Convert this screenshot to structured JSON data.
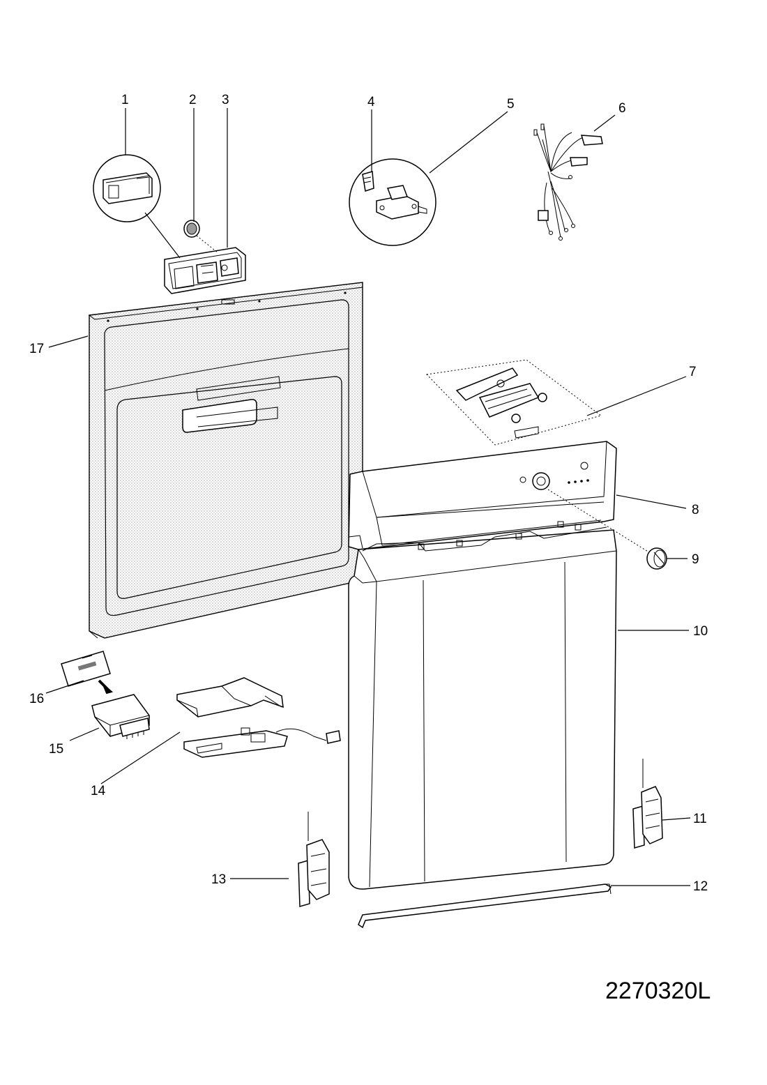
{
  "diagram_code": "2270320L",
  "callouts": {
    "c1": "1",
    "c2": "2",
    "c3": "3",
    "c4": "4",
    "c5": "5",
    "c6": "6",
    "c7": "7",
    "c8": "8",
    "c9": "9",
    "c10": "10",
    "c11": "11",
    "c12": "12",
    "c13": "13",
    "c14": "14",
    "c15": "15",
    "c16": "16",
    "c17": "17"
  }
}
